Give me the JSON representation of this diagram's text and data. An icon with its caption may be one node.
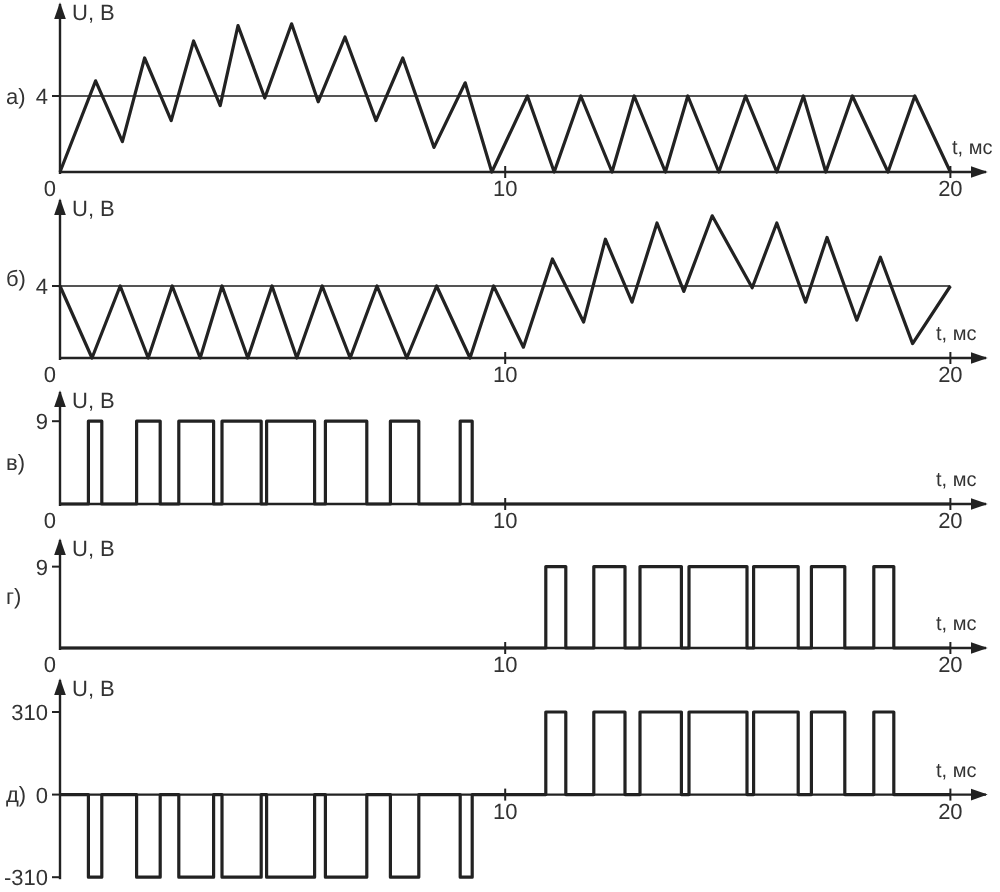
{
  "diagram": {
    "labels": [
      "U, В",
      "а)",
      "4",
      "t, мс",
      "0",
      "10",
      "20",
      "U, В",
      "б)",
      "4",
      "t, мс",
      "0",
      "10",
      "20",
      "U, В",
      "9",
      "в)",
      "t, мс",
      "0",
      "10",
      "20",
      "U, В",
      "9",
      "г)",
      "t, мс",
      "0",
      "10",
      "20"
    ],
    "chart_data": {
      "type": "line",
      "title": "д)",
      "xlabel": "t, мс",
      "ylabel": "U, В",
      "xlim": [
        0,
        20.8
      ],
      "ylim": [
        -310,
        430
      ],
      "xticks": [
        10,
        20
      ],
      "yticks": [
        -310,
        0,
        310
      ],
      "x": [
        0,
        0.64,
        0.64,
        0.94,
        0.94,
        1.72,
        1.72,
        2.25,
        2.25,
        2.67,
        2.67,
        3.45,
        3.45,
        3.64,
        3.64,
        4.52,
        4.52,
        4.64,
        4.64,
        5.72,
        5.72,
        5.96,
        5.96,
        6.89,
        6.89,
        7.42,
        7.42,
        8.06,
        8.06,
        8.99,
        8.99,
        9.26,
        9.26,
        10.91,
        10.91,
        11.36,
        11.36,
        11.99,
        11.99,
        12.69,
        12.69,
        13.03,
        13.03,
        13.96,
        13.96,
        14.13,
        14.13,
        15.43,
        15.43,
        15.58,
        15.58,
        16.58,
        16.58,
        16.88,
        16.88,
        17.63,
        17.63,
        18.28,
        18.28,
        18.73,
        18.73,
        20
      ],
      "series": [
        {
          "color": "#222222",
          "values": [
            0,
            0,
            -310,
            -310,
            0,
            0,
            -310,
            -310,
            0,
            0,
            -310,
            -310,
            0,
            0,
            -310,
            -310,
            0,
            0,
            -310,
            -310,
            0,
            0,
            -310,
            -310,
            0,
            0,
            -310,
            -310,
            0,
            0,
            -310,
            -310,
            0,
            0,
            310,
            310,
            0,
            0,
            310,
            310,
            0,
            0,
            310,
            310,
            0,
            0,
            310,
            310,
            0,
            0,
            310,
            310,
            0,
            0,
            310,
            310,
            0,
            0,
            310,
            310,
            0,
            0
          ]
        }
      ]
    }
  }
}
